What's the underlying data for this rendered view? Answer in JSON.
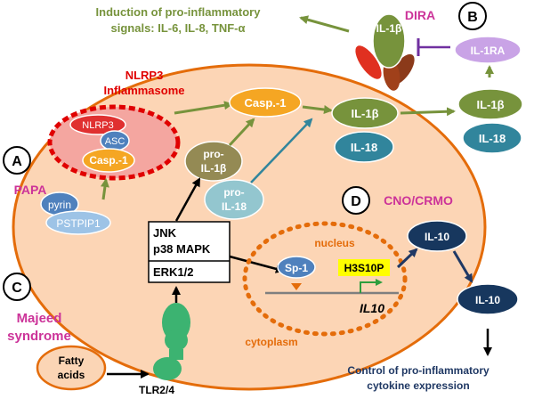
{
  "colors": {
    "cell_fill": "#fcd5b5",
    "cell_stroke": "#e46c0a",
    "arrow_green": "#77933c",
    "arrow_black": "#000000",
    "arrow_blue": "#31859c",
    "title_green": "#77933c",
    "label_red": "#e00000",
    "label_magenta": "#cc3399",
    "label_orange": "#e46c0a",
    "label_navy": "#1f3864",
    "il1b_green": "#77933c",
    "il18_teal": "#31859c",
    "casp_orange": "#f5a623",
    "pro_olive": "#948a54",
    "pro_gray": "#93c6cf",
    "il10_navy": "#17375e",
    "pyrin_blue": "#4f81bd",
    "pstpip1": "#9dc3e6",
    "il1ra": "#c9a3e6",
    "nlrp3_red": "#e03030",
    "asc_blue": "#4f81bd",
    "receptor_green": "#3cb371",
    "receptor_top_red": "#e03020",
    "receptor_top_brown": "#8b3a1a",
    "h3s10p_yellow": "#ffff00",
    "sp1_blue": "#4f81bd"
  },
  "labels": {
    "induction_line1": "Induction of pro-inflammatory",
    "induction_line2": "signals: IL-6, IL-8, TNF-α",
    "dira": "DIRA",
    "circle_a": "A",
    "circle_b": "B",
    "circle_c": "C",
    "circle_d": "D",
    "nlrp3_title_line1": "NLRP3",
    "nlrp3_title_line2": "Inflammasome",
    "papa": "PAPA",
    "majeed_line1": "Majeed",
    "majeed_line2": "syndrome",
    "cno_crmo": "CNO/CRMO",
    "nucleus": "nucleus",
    "cytoplasm": "cytoplasm",
    "il10_gene": "IL10",
    "control_line1": "Control of pro-inflammatory",
    "control_line2": "cytokine expression",
    "tlr": "TLR2/4",
    "fatty_line1": "Fatty",
    "fatty_line2": "acids"
  },
  "molecules": {
    "nlrp3": "NLRP3",
    "asc": "ASC",
    "casp1_inflammasome": "Casp.-1",
    "casp1": "Casp.-1",
    "pro_il1b_line1": "pro-",
    "pro_il1b_line2": "IL-1β",
    "pro_il18_line1": "pro-",
    "pro_il18_line2": "IL-18",
    "il1b_inside": "IL-1β",
    "il18_inside": "IL-18",
    "il1b_outside": "IL-1β",
    "il18_outside": "IL-18",
    "il1b_receptor": "IL-1β",
    "il1ra": "IL-1RA",
    "pyrin": "pyrin",
    "pstpip1": "PSTPIP1",
    "il10_inside": "IL-10",
    "il10_outside": "IL-10",
    "sp1": "Sp-1",
    "h3s10p": "H3S10P"
  },
  "kinases": {
    "jnk": "JNK",
    "p38": "p38 MAPK",
    "erk": "ERK1/2"
  }
}
